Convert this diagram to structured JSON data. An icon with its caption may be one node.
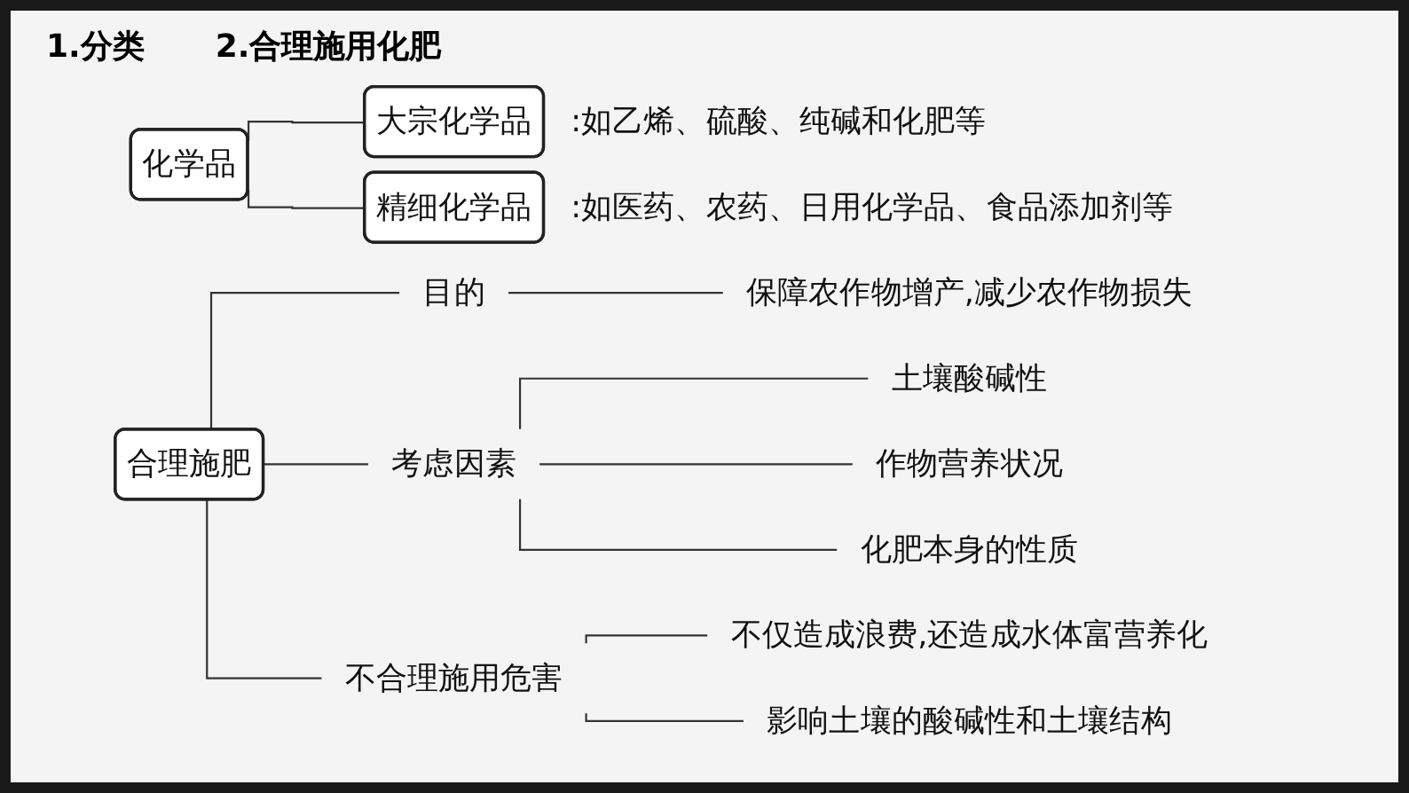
{
  "diagram": {
    "nodes": [
      {
        "text": [
          "化学品"
        ]
      },
      {
        "text": [
          "大宗化学品"
        ],
        "beside": [
          ":如乙烯、硫酸、纯碱和化肥等"
        ]
      },
      {
        "text": [
          "精细化学品"
        ],
        "beside": [
          ":如医药、农药、日用化学品、食品添加剂等"
        ]
      },
      {
        "text": [
          "合理施肥"
        ]
      },
      {
        "text": [
          "目的"
        ]
      },
      {
        "text": [
          "保障农作物增产,减少农作物损失"
        ]
      },
      {
        "text": [
          "考虑因素"
        ]
      },
      {
        "text": [
          "土壤酸碱性"
        ]
      },
      {
        "text": [
          "作物营养状况"
        ]
      },
      {
        "text": [
          "化肥本身的性质"
        ]
      },
      {
        "text": [
          "不合理施用危害"
        ]
      },
      {
        "text": [
          "不仅造成浪费,还造成水体富营养化"
        ]
      },
      {
        "text": [
          "影响土壤的酸碱性和土壤结构"
        ]
      }
    ],
    "edges": [
      {
        "from": 0,
        "to": 1,
        "arrow": "none"
      },
      {
        "from": 0,
        "to": 2,
        "arrow": "none"
      },
      {
        "from": 3,
        "to": 4,
        "arrow": "none"
      },
      {
        "from": 4,
        "to": 5,
        "arrow": "none"
      },
      {
        "from": 3,
        "to": 6,
        "arrow": "none"
      },
      {
        "from": 6,
        "to": 7,
        "arrow": "none"
      },
      {
        "from": 6,
        "to": 8,
        "arrow": "none"
      },
      {
        "from": 6,
        "to": 9,
        "arrow": "none"
      },
      {
        "from": 3,
        "to": 10,
        "arrow": "none"
      },
      {
        "from": 10,
        "to": 11,
        "arrow": "none"
      },
      {
        "from": 10,
        "to": 12,
        "arrow": "none"
      }
    ],
    "labels": [
      "1.分类",
      "2.合理施用化肥"
    ]
  }
}
